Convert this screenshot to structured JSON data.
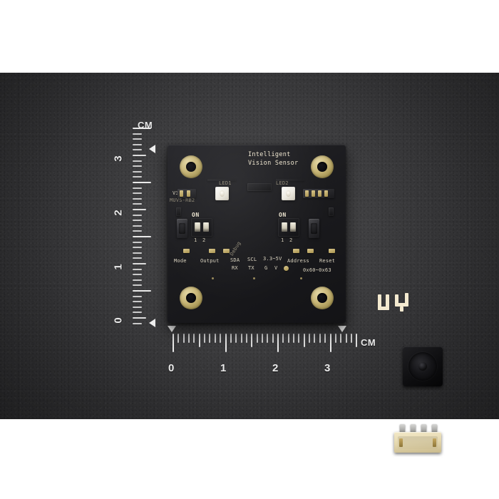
{
  "scene": {
    "subject": "MU Intelligent Vision Sensor PCB product photo",
    "background_color": "#3a3a3c",
    "border_color": "#ffffff"
  },
  "board": {
    "color": "#1b1b1e",
    "logo_text": "MU",
    "title_line1": "Intelligent",
    "title_line2": "Vision Sensor",
    "version": "V311",
    "model": "MUVS-RB2",
    "leds": [
      {
        "name": "LED1",
        "label": "LED1"
      },
      {
        "name": "LED2",
        "label": "LED2"
      }
    ],
    "switch_left": {
      "on_label": "ON",
      "positions": [
        "1",
        "2"
      ]
    },
    "switch_right": {
      "on_label": "ON",
      "positions": [
        "1",
        "2"
      ]
    },
    "buttons": [
      {
        "name": "mode-button",
        "label": "Mode"
      },
      {
        "name": "reset-button",
        "label": "Reset"
      }
    ],
    "silkscreen": {
      "mode": "Mode",
      "output": "Output",
      "address": "Address",
      "reset": "Reset",
      "address_range": "0x60~0x63",
      "debug": "Debug"
    },
    "connector": {
      "pins_top": [
        "SDA",
        "SCL",
        "3.3~5V"
      ],
      "pins_bottom": [
        "RX",
        "TX",
        "G",
        "V"
      ],
      "pin_count": 4,
      "color": "#e4d7ae"
    }
  },
  "rulers": {
    "vertical": {
      "unit_label": "CM",
      "ticks": [
        "3",
        "2",
        "1",
        "0"
      ],
      "major_count": 4,
      "minor_per_major": 10
    },
    "horizontal": {
      "unit_label": "CM",
      "ticks": [
        "0",
        "1",
        "2",
        "3"
      ],
      "major_count": 4,
      "minor_per_major": 10
    },
    "tick_color": "#eaeaea",
    "marker_color": "#f0f0f0"
  }
}
